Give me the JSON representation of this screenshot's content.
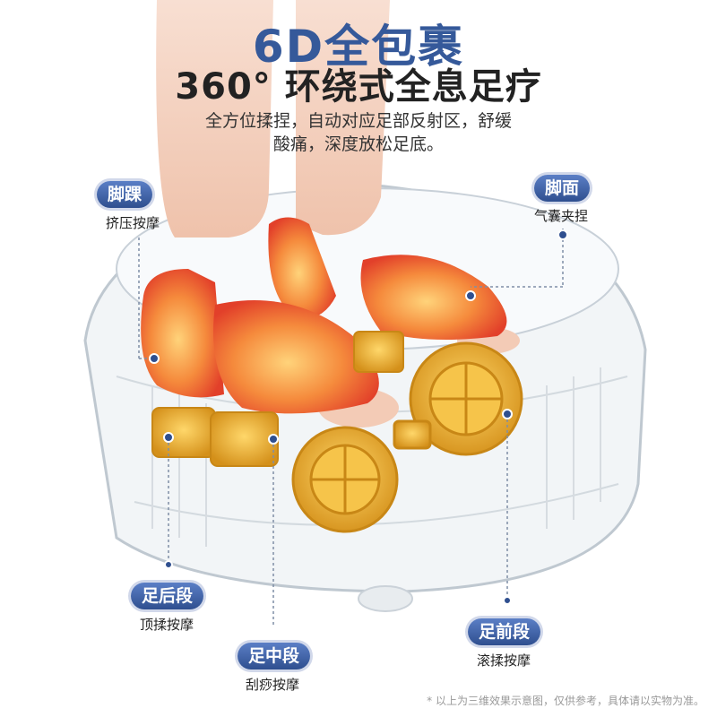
{
  "headline": {
    "title": "6D全包裹",
    "subtitle": "360° 环绕式全息足疗"
  },
  "description": {
    "line1": "全方位揉捏，自动对应足部反射区，舒缓",
    "line2": "酸痛，深度放松足底。"
  },
  "callouts": {
    "ankle": {
      "label": "脚踝",
      "desc": "挤压按摩"
    },
    "instep": {
      "label": "脚面",
      "desc": "气囊夹捏"
    },
    "heel": {
      "label": "足后段",
      "desc": "顶揉按摩"
    },
    "mid": {
      "label": "足中段",
      "desc": "刮痧按摩"
    },
    "front": {
      "label": "足前段",
      "desc": "滚揉按摩"
    }
  },
  "footnote": "*  以上为三维效果示意图，仅供参考，具体请以实物为准。",
  "colors": {
    "title_blue": "#35599a",
    "badge_blue": "#2f4f8f",
    "airbag_orange": "#f26a2f",
    "roller_gold": "#e7a81e"
  }
}
